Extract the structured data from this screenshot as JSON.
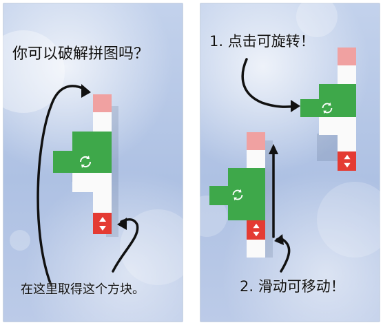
{
  "left_panel": {
    "title": "你可以破解拼图吗？",
    "bottom_caption": "在这里取得这个方块。"
  },
  "right_panel": {
    "step1": "1. 点击可旋转！",
    "step2": "2. 滑动可移动！"
  },
  "colors": {
    "green": "#3ea84a",
    "red": "#e43b33",
    "pink": "#f0a1a1",
    "background": "#b8c8e6"
  },
  "icons": [
    "rotate-icon",
    "up-down-icon",
    "curved-arrow-icon",
    "straight-arrow-icon"
  ]
}
